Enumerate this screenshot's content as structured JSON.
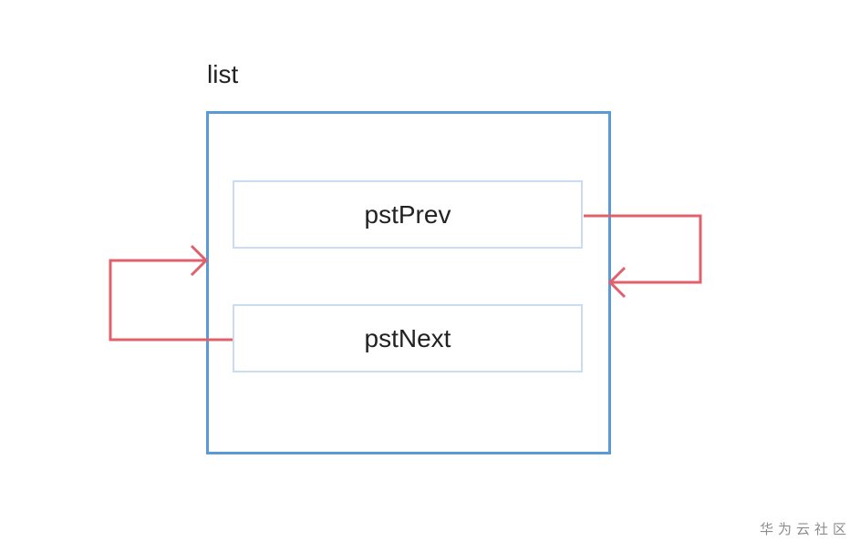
{
  "diagram": {
    "title": "list",
    "fields": [
      {
        "label": "pstPrev"
      },
      {
        "label": "pstNext"
      }
    ]
  },
  "colors": {
    "box_border": "#5b9bd5",
    "field_border": "#c9dcf2",
    "arrow": "#e0606c"
  },
  "watermark": "华为云社区"
}
